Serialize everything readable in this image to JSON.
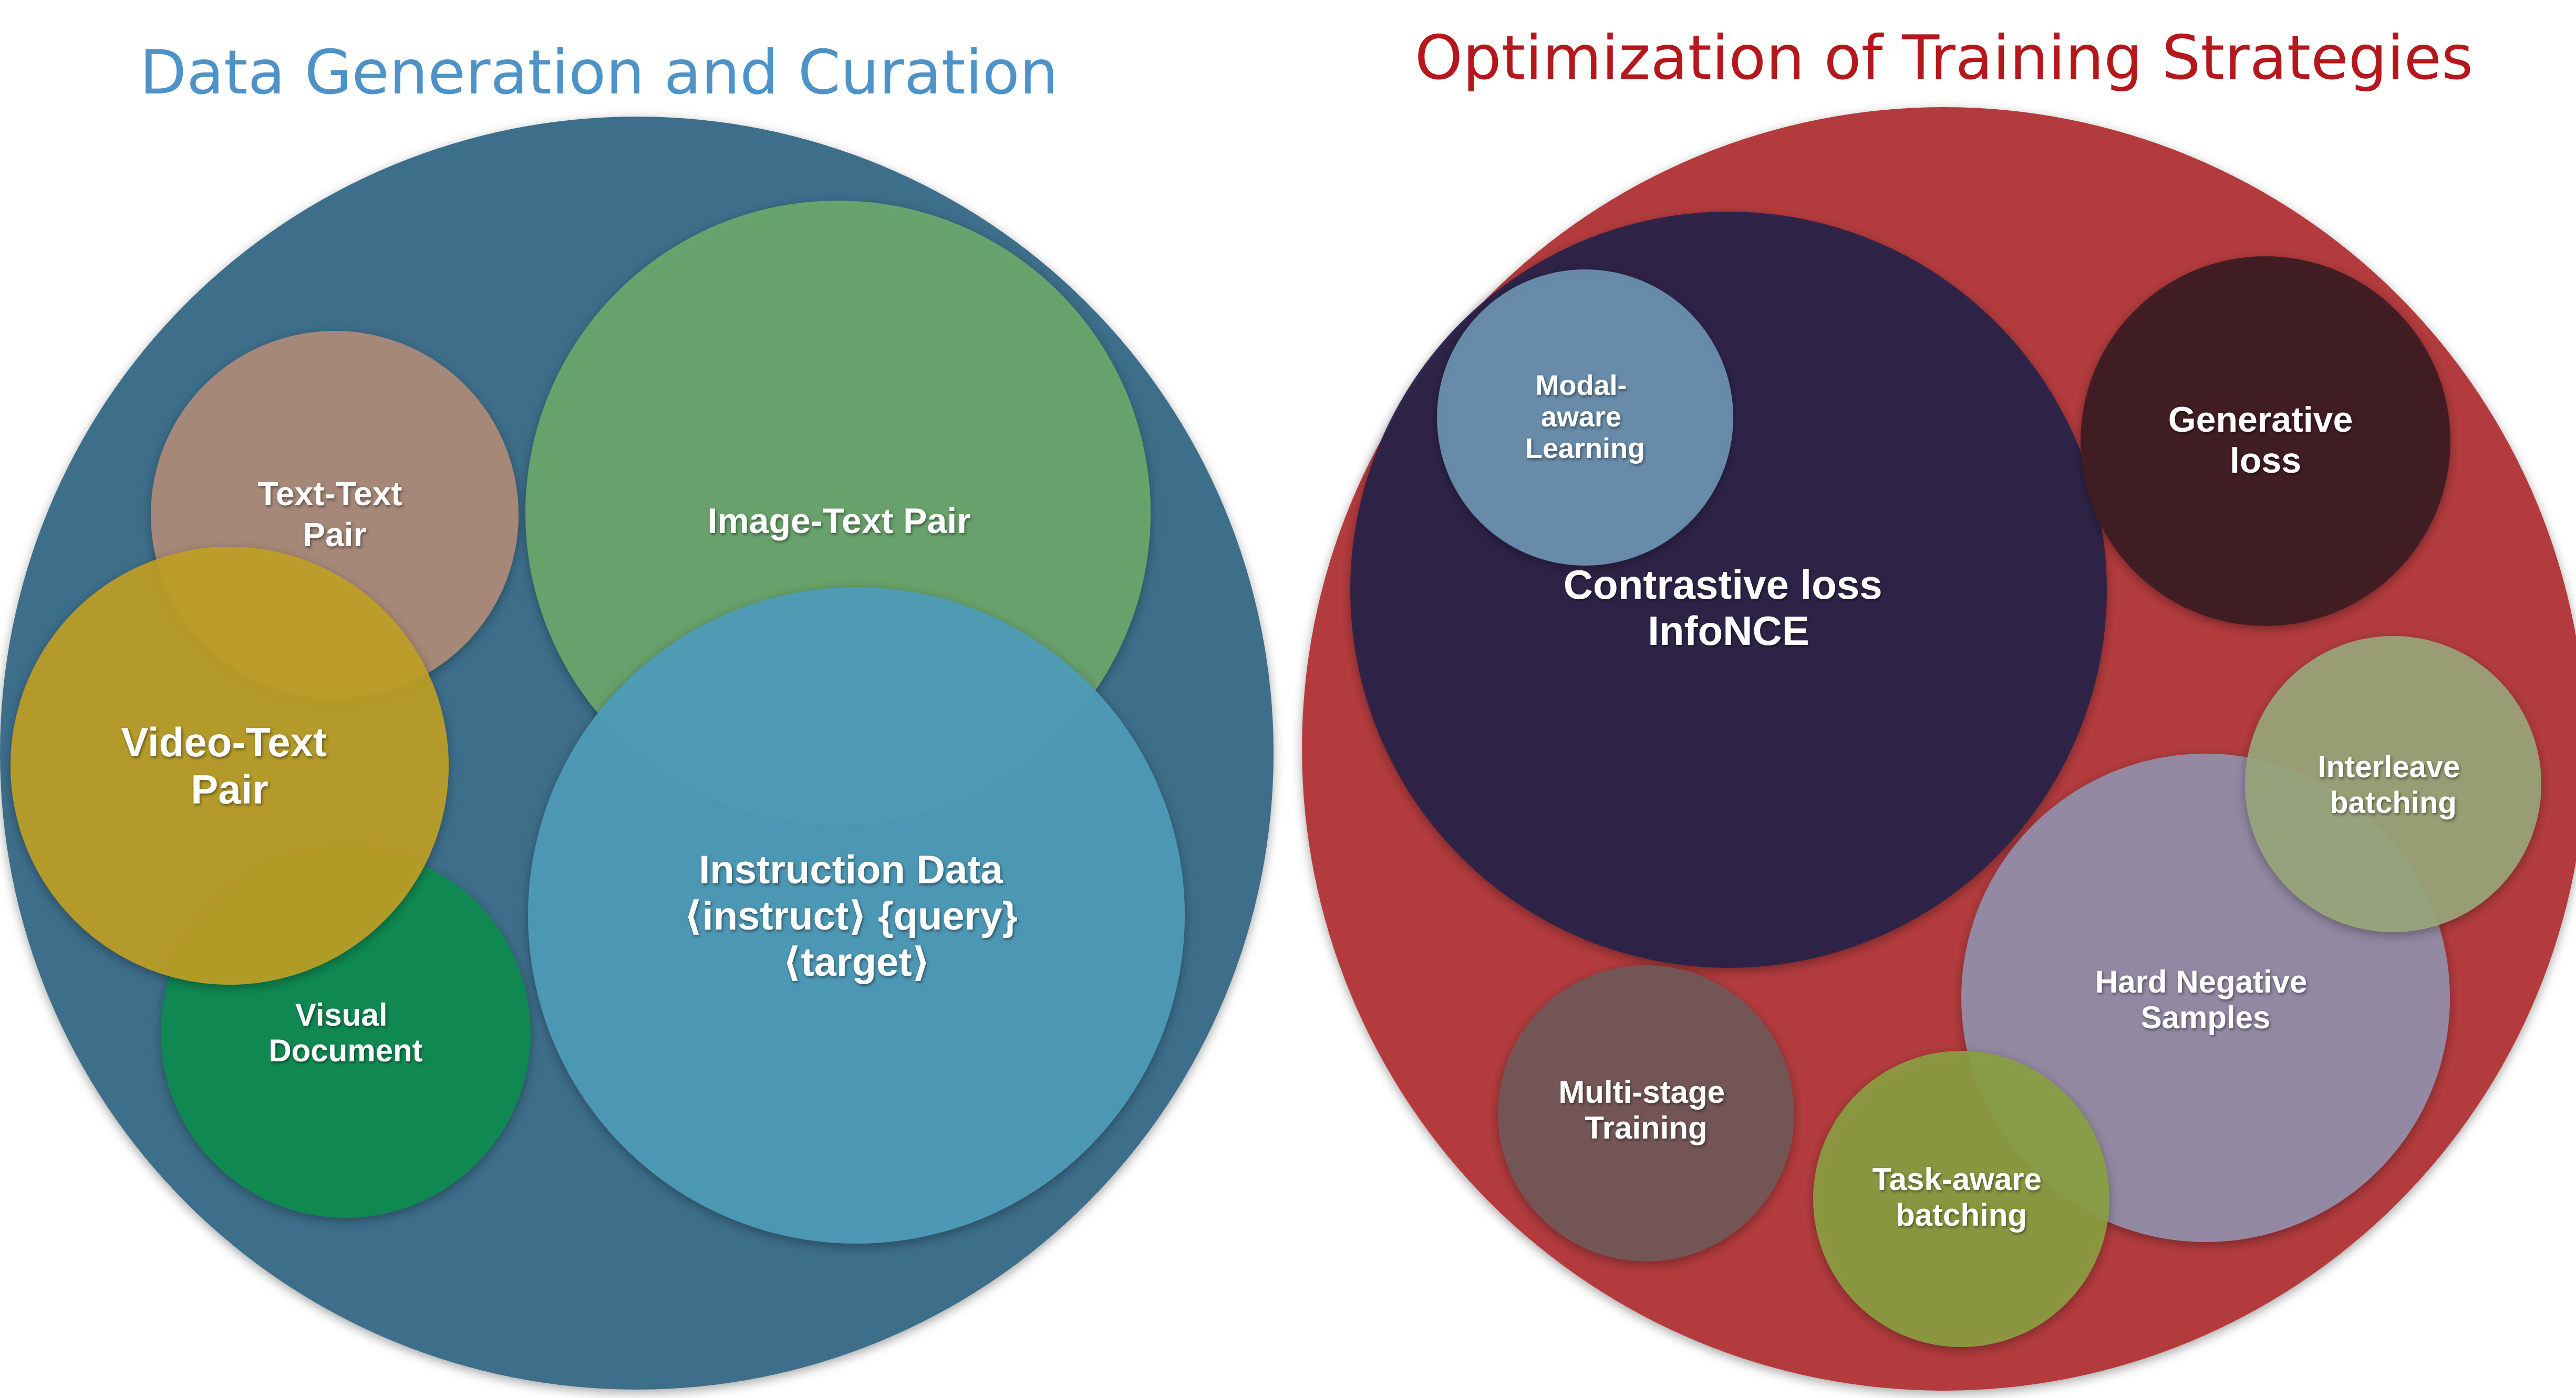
{
  "left_panel": {
    "title": "Data Generation and Curation",
    "title_color": "#4E93C8",
    "outer_color": "#3D6E8A",
    "circles": {
      "image_text": {
        "lines": [
          "Image-Text Pair"
        ],
        "color": "#6BA66A"
      },
      "text_text": {
        "lines": [
          "Text-Text",
          "Pair"
        ],
        "color": "#B08C79"
      },
      "video_text": {
        "lines": [
          "Video-Text",
          "Pair"
        ],
        "color": "#C0A022"
      },
      "visual_document": {
        "lines": [
          "Visual",
          "Document"
        ],
        "color": "#118A50"
      },
      "instruction_data": {
        "lines": [
          "Instruction Data",
          "⟨instruct⟩ {query}",
          "⟨target⟩"
        ],
        "color": "#4E9BB8"
      }
    }
  },
  "right_panel": {
    "title": "Optimization of Training Strategies",
    "title_color": "#B5181C",
    "outer_color": "#B33A3D",
    "circles": {
      "contrastive": {
        "lines": [
          "Contrastive loss",
          "InfoNCE"
        ],
        "color": "#2B2147"
      },
      "modal_aware": {
        "lines": [
          "Modal-",
          "aware",
          "Learning"
        ],
        "color": "#6A8FAE"
      },
      "generative": {
        "lines": [
          "Generative",
          "loss"
        ],
        "color": "#3E1F20"
      },
      "hard_negative": {
        "lines": [
          "Hard Negative",
          "Samples"
        ],
        "color": "#948BA6"
      },
      "interleave": {
        "lines": [
          "Interleave",
          "batching"
        ],
        "color": "#99A67A"
      },
      "multi_stage": {
        "lines": [
          "Multi-stage",
          "Training"
        ],
        "color": "#735656"
      },
      "task_aware": {
        "lines": [
          "Task-aware",
          "batching"
        ],
        "color": "#8AA040"
      }
    }
  }
}
